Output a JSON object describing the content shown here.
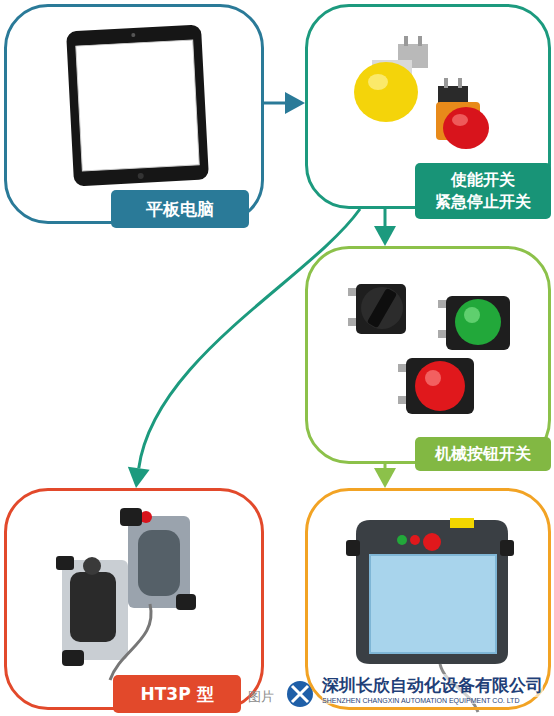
{
  "diagram": {
    "nodes": [
      {
        "text": [
          "平板电脑"
        ]
      },
      {
        "text": [
          "使能开关 紧急停止开关"
        ]
      },
      {
        "text": [
          "机械按钮开关"
        ]
      },
      {
        "text": [
          "HT3P 型"
        ]
      },
      {
        "text": [
          "深圳长欣自动化设备有限公司",
          "SHENZHEN CHANGXIN AUTOMATION EQUIPMENT CO. LTD"
        ]
      }
    ],
    "edges": [
      {
        "from": 0,
        "to": 1,
        "arrow": "to"
      },
      {
        "from": 1,
        "to": 2,
        "arrow": "to"
      },
      {
        "from": 1,
        "to": 3,
        "arrow": "to"
      },
      {
        "from": 2,
        "to": 4,
        "arrow": "to"
      }
    ],
    "labels": [
      "图片"
    ]
  }
}
